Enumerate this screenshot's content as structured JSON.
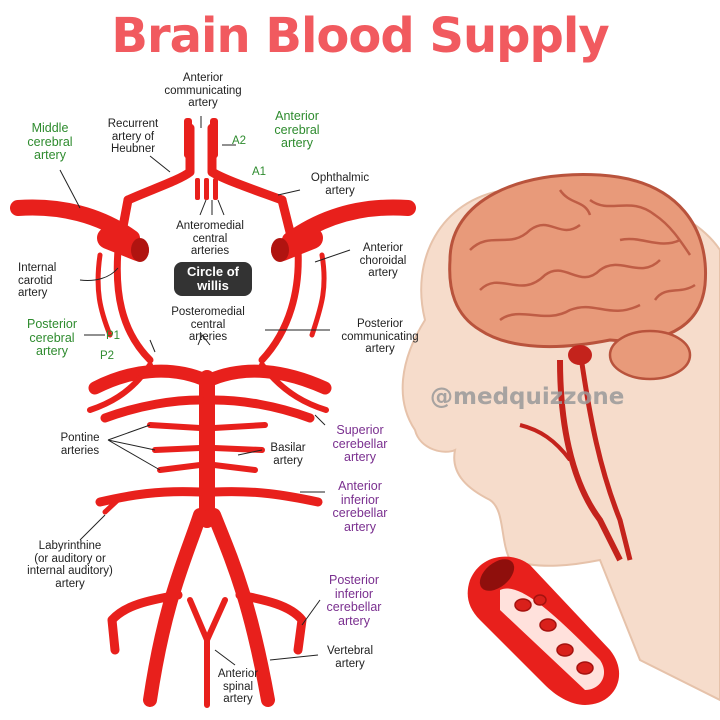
{
  "title": "Brain Blood Supply",
  "watermark": "@medquizzone",
  "center_badge": {
    "line1": "Circle of",
    "line2": "willis"
  },
  "labels": {
    "anterior_communicating": "Anterior\ncommunicating\nartery",
    "recurrent_heubner": "Recurrent\nartery of\nHeubner",
    "anterior_cerebral": "Anterior\ncerebral\nartery",
    "middle_cerebral": "Middle\ncerebral\nartery",
    "ophthalmic": "Ophthalmic\nartery",
    "anteromedial_central": "Anteromedial\ncentral\narteries",
    "anterior_choroidal": "Anterior\nchoroidal\nartery",
    "internal_carotid": "Internal\ncarotid\nartery",
    "posteromedial_central": "Posteromedial\ncentral\narteries",
    "posterior_cerebral": "Posterior\ncerebral\nartery",
    "posterior_communicating": "Posterior\ncommunicating\nartery",
    "pontine": "Pontine\narteries",
    "basilar": "Basilar\nartery",
    "superior_cerebellar": "Superior\ncerebellar\nartery",
    "anterior_inferior_cerebellar": "Anterior\ninferior\ncerebellar\nartery",
    "labyrinthine": "Labyrinthine\n(or auditory or\ninternal auditory)\nartery",
    "posterior_inferior_cerebellar": "Posterior\ninferior\ncerebellar\nartery",
    "vertebral": "Vertebral\nartery",
    "anterior_spinal": "Anterior\nspinal\nartery"
  },
  "segment_tags": {
    "a2": "A2",
    "a1": "A1",
    "p1": "P1",
    "p2": "P2"
  },
  "colors": {
    "title": "#f15a5f",
    "artery": "#e8201c",
    "green_label": "#2e8b2e",
    "purple_label": "#7a2f8f",
    "skin": "#f6dccb",
    "brain": "#e89a7a"
  }
}
